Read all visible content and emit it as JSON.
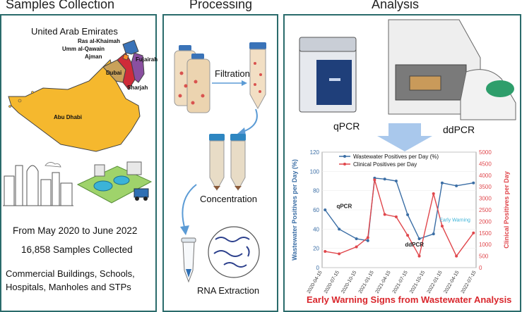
{
  "titles": {
    "collection": "Samples Collection",
    "processing": "Processing",
    "analysis": "Analysis"
  },
  "collection": {
    "country": "United Arab Emirates",
    "emirates": [
      "Ras al-Khaimah",
      "Umm al-Qawain",
      "Ajman",
      "Fujairah",
      "Dubai",
      "Sharjah",
      "Abu Dhabi"
    ],
    "period": "From May 2020 to June 2022",
    "samples": "16,858 Samples Collected",
    "sites_line1": "Commercial Buildings, Schools,",
    "sites_line2": "Hospitals, Manholes and  STPs"
  },
  "processing": {
    "step1": "Filtration",
    "step2": "Concentration",
    "step3": "RNA Extraction"
  },
  "analysis": {
    "instrument1": "qPCR",
    "instrument2": "ddPCR",
    "caption": "Early Warning Signs from Wastewater Analysis"
  },
  "colors": {
    "panel_border": "#2a6b6b",
    "wastewater_series": "#3b6ea5",
    "clinical_series": "#e0474c",
    "caption": "#d9262c",
    "map_fill": "#f5b82e"
  },
  "chart_data": {
    "type": "line",
    "x": [
      "2020-04-15",
      "2020-07-15",
      "2020-10-15",
      "2021-01-15",
      "2021-04-15",
      "2021-07-15",
      "2021-10-15",
      "2022-01-15",
      "2022-04-15",
      "2022-07-15"
    ],
    "xticks": [
      "2020-04-15",
      "2020-07-15",
      "2020-10-15",
      "2021-01-15",
      "2021-04-15",
      "2021-07-15",
      "2021-10-15",
      "2022-01-15",
      "2022-04-15",
      "2022-07-15"
    ],
    "ylabel_left": "Wastewater Positives per Day (%)",
    "ylabel_right": "Clinical Positives per Day",
    "ylim_left": [
      0,
      120
    ],
    "ylim_right": [
      0,
      5000
    ],
    "yticks_left": [
      "0",
      "20",
      "40",
      "60",
      "80",
      "100",
      "120"
    ],
    "yticks_right": [
      "0",
      "500",
      "1000",
      "1500",
      "2000",
      "2500",
      "3000",
      "3500",
      "4000",
      "4500",
      "5000"
    ],
    "legend_position": "top",
    "annotations": [
      "qPCR",
      "ddPCR",
      "Early Warning"
    ],
    "series": [
      {
        "name": "Wastewater Positives per Day (%)",
        "axis": "left",
        "values": [
          60,
          40,
          30,
          28,
          93,
          92,
          90,
          55,
          30,
          35,
          88,
          85,
          88
        ]
      },
      {
        "name": "Clinical Positives per Day",
        "axis": "right",
        "values": [
          700,
          600,
          900,
          1300,
          3800,
          2300,
          2200,
          1400,
          500,
          3200,
          1800,
          500,
          1500
        ]
      }
    ],
    "series_x": [
      "2020-05-01",
      "2020-07-15",
      "2020-10-15",
      "2020-12-15",
      "2021-01-20",
      "2021-03-15",
      "2021-05-15",
      "2021-07-15",
      "2021-09-15",
      "2021-11-30",
      "2022-01-15",
      "2022-04-01",
      "2022-07-01"
    ]
  }
}
